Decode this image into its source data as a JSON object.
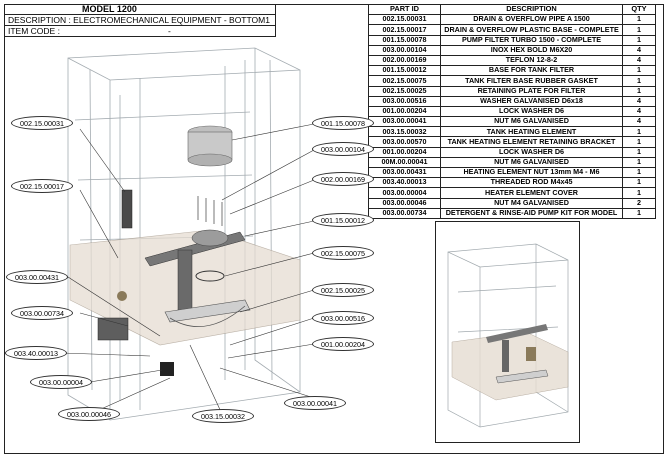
{
  "header": {
    "model": "MODEL 1200",
    "description": "DESCRIPTION : ELECTROMECHANICAL EQUIPMENT - BOTTOM1",
    "item_code_label": "ITEM CODE :",
    "item_code_value": "-"
  },
  "parts_table": {
    "headers": [
      "PART ID",
      "DESCRIPTION",
      "QTY"
    ],
    "rows": [
      [
        "002.15.00031",
        "DRAIN & OVERFLOW PIPE A 1500",
        "1"
      ],
      [
        "002.15.00017",
        "DRAIN & OVERFLOW PLASTIC BASE - COMPLETE",
        "1"
      ],
      [
        "001.15.00078",
        "PUMP FILTER TURBO 1500 - COMPLETE",
        "1"
      ],
      [
        "003.00.00104",
        "INOX HEX BOLD M6X20",
        "4"
      ],
      [
        "002.00.00169",
        "TEFLON 12-8-2",
        "4"
      ],
      [
        "001.15.00012",
        "BASE FOR TANK FILTER",
        "1"
      ],
      [
        "002.15.00075",
        "TANK FILTER BASE RUBBER GASKET",
        "1"
      ],
      [
        "002.15.00025",
        "RETAINING PLATE FOR FILTER",
        "1"
      ],
      [
        "003.00.00516",
        "WASHER GALVANISED D6x18",
        "4"
      ],
      [
        "001.00.00204",
        "LOCK WASHER D6",
        "4"
      ],
      [
        "003.00.00041",
        "NUT M6 GALVANISED",
        "4"
      ],
      [
        "003.15.00032",
        "TANK HEATING ELEMENT",
        "1"
      ],
      [
        "003.00.00570",
        "TANK HEATING ELEMENT RETAINING BRACKET",
        "1"
      ],
      [
        "001.00.00204",
        "LOCK WASHER D6",
        "1"
      ],
      [
        "00M.00.00041",
        "NUT M6 GALVANISED",
        "1"
      ],
      [
        "003.00.00431",
        "HEATING ELEMENT NUT 13mm  M4 - M6",
        "1"
      ],
      [
        "003.40.00013",
        "THREADED ROD M4x45",
        "1"
      ],
      [
        "003.00.00004",
        "HEATER ELEMENT COVER",
        "1"
      ],
      [
        "003.00.00046",
        "NUT M4 GALVANISED",
        "2"
      ],
      [
        "003.00.00734",
        "DETERGENT & RINSE-AID PUMP KIT FOR MODEL",
        "1"
      ]
    ]
  },
  "callouts": [
    "002.15.00031",
    "001.15.00078",
    "003.00.00104",
    "002.15.00017",
    "002.00.00169",
    "001.15.00012",
    "002.15.00075",
    "003.00.00431",
    "002.15.00025",
    "003.00.00734",
    "003.00.00516",
    "001.00.00204",
    "003.40.00013",
    "003.00.00004",
    "003.00.00046",
    "003.15.00032",
    "003.00.00041"
  ]
}
